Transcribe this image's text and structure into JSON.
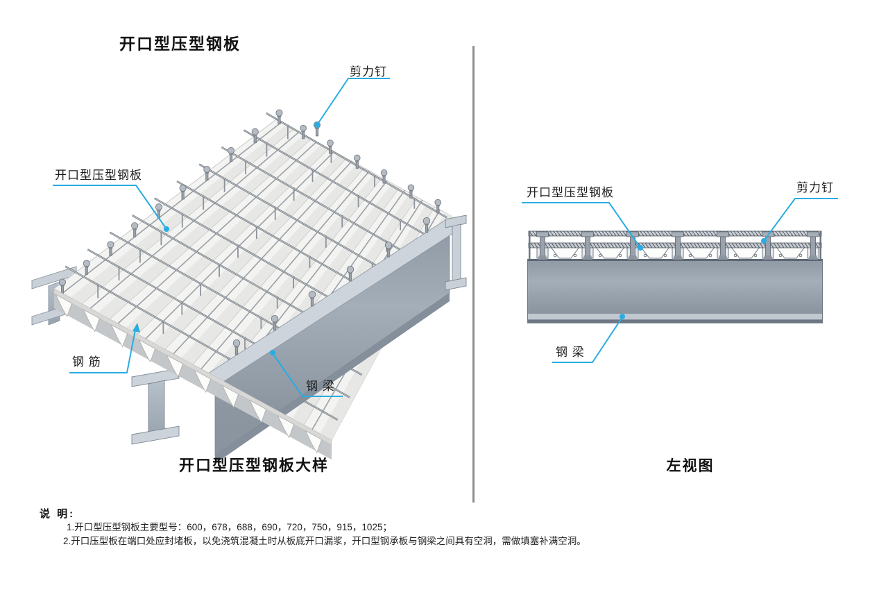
{
  "page": {
    "title": "开口型压型钢板"
  },
  "left_diagram": {
    "caption": "开口型压型钢板大样",
    "labels": {
      "shear_stud": "剪力钉",
      "deck": "开口型压型钢板",
      "rebar": "钢 筋",
      "beam": "钢 梁"
    }
  },
  "right_diagram": {
    "caption": "左视图",
    "labels": {
      "deck": "开口型压型钢板",
      "shear_stud": "剪力钉",
      "beam": "钢 梁"
    }
  },
  "notes": {
    "heading": "说 明:",
    "items": [
      "1.开口型压型钢板主要型号：600，678，688，690，720，750，915，1025；",
      "2.开口压型板在端口处应封堵板，以免浇筑混凝土时从板底开口漏浆，开口型钢承板与钢梁之间具有空洞，需做填塞补满空洞。"
    ]
  },
  "colors": {
    "leader_line": "#2aace2",
    "beam_gray_blue": "#9aa4b0",
    "deck_light": "#f3f3f1",
    "divider_gray": "#8f8f8f"
  }
}
